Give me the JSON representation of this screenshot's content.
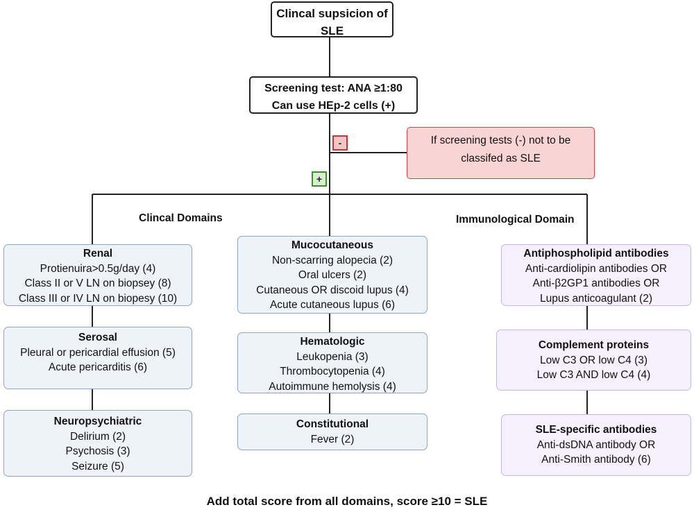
{
  "top_box": {
    "line1": "Clincal supsicion of",
    "line2": "SLE"
  },
  "screening": {
    "line1": "Screening test: ANA ≥1:80",
    "line2": "Can use HEp-2 cells (+)"
  },
  "negative_sign": "-",
  "positive_sign": "+",
  "negative_box": {
    "line1": "If screening tests (-) not to be",
    "line2": "classifed as SLE"
  },
  "labels": {
    "clinical": "Clincal Domains",
    "immunological": "Immunological Domain"
  },
  "renal": {
    "title": "Renal",
    "items": [
      "Protienuira>0.5g/day (4)",
      "Class II or V LN on biopsey (8)",
      "Class III or IV LN on biopesy (10)"
    ]
  },
  "serosal": {
    "title": "Serosal",
    "items": [
      "Pleural or pericardial effusion (5)",
      "Acute pericarditis (6)"
    ]
  },
  "neuro": {
    "title": "Neuropsychiatric",
    "items": [
      "Delirium (2)",
      "Psychosis (3)",
      "Seizure (5)"
    ]
  },
  "mucocutaneous": {
    "title": "Mucocutaneous",
    "items": [
      "Non-scarring alopecia (2)",
      "Oral ulcers (2)",
      "Cutaneous OR discoid lupus (4)",
      "Acute cutaneous lupus (6)"
    ]
  },
  "hematologic": {
    "title": "Hematologic",
    "items": [
      "Leukopenia (3)",
      "Thrombocytopenia (4)",
      "Autoimmune hemolysis (4)"
    ]
  },
  "constitutional": {
    "title": "Constitutional",
    "items": [
      "Fever (2)"
    ]
  },
  "antiphospholipid": {
    "title": "Antiphospholipid antibodies",
    "items": [
      "Anti-cardiolipin antibodies OR",
      "Anti-β2GP1 antibodies OR",
      "Lupus anticoagulant (2)"
    ]
  },
  "complement": {
    "title": "Complement proteins",
    "items": [
      "Low C3 OR low C4 (3)",
      "Low C3 AND low C4 (4)"
    ]
  },
  "sle_specific": {
    "title": "SLE-specific antibodies",
    "items": [
      "Anti-dsDNA antibody OR",
      "Anti-Smith antibody (6)"
    ]
  },
  "footer": "Add total score from all domains, score ≥10 = SLE"
}
